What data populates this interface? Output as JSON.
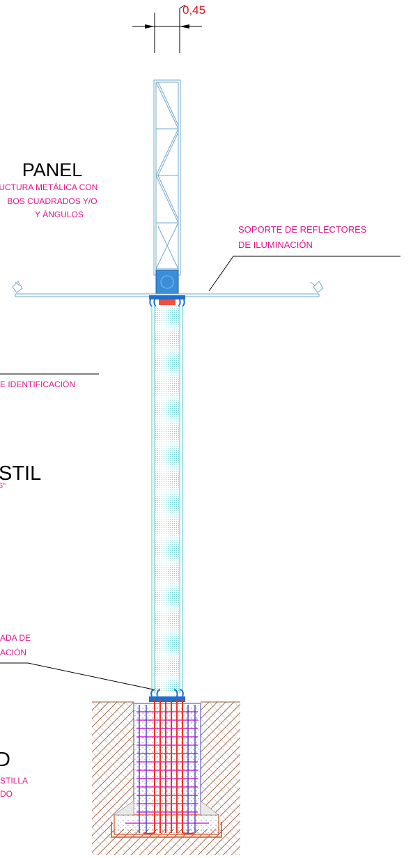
{
  "dimension": {
    "value": "0,45",
    "color": "#e0141e"
  },
  "labels": {
    "panel_title": "PANEL",
    "panel_desc_1": "RUCTURA METÁLICA CON",
    "panel_desc_2": "BOS CUADRADOS Y/O",
    "panel_desc_3": "Y ÁNGULOS",
    "support_1": "SOPORTE DE REFLECTORES",
    "support_2": "DE ILUMINACIÓN",
    "identification": "E IDENTIFICACIÓN",
    "mast_title": "STIL",
    "mast_sub": "6\"",
    "base_1": "ADA DE",
    "base_2": "ACIÓN",
    "foot_title": "D",
    "foot_1": "STILLA",
    "foot_2": "DO"
  },
  "colors": {
    "label_magenta": "#e0148c",
    "title_black": "#000000",
    "frame_blue": "#6fa8c8",
    "mast_cyan": "#4fc8c8",
    "rebar_magenta": "#e020e0",
    "rebar_red": "#f03020",
    "stirrup_blue": "#4040c0",
    "soil_brown": "#9a5a3a",
    "footing_orange": "#d84a1a"
  }
}
